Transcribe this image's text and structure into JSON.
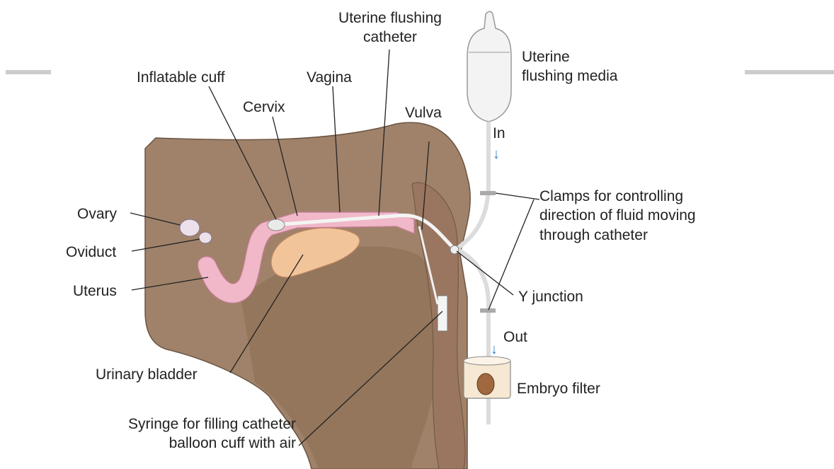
{
  "labels": {
    "uterine_flushing_catheter": "Uterine flushing\ncatheter",
    "inflatable_cuff": "Inflatable cuff",
    "vagina": "Vagina",
    "cervix": "Cervix",
    "vulva": "Vulva",
    "uterine_flushing_media": "Uterine\nflushing media",
    "in": "In",
    "clamps": "Clamps for controlling\ndirection of fluid moving\nthrough catheter",
    "ovary": "Ovary",
    "oviduct": "Oviduct",
    "uterus": "Uterus",
    "y_junction": "Y junction",
    "out": "Out",
    "embryo_filter": "Embryo filter",
    "urinary_bladder": "Urinary bladder",
    "syringe": "Syringe for filling catheter\nballoon cuff with air"
  },
  "colors": {
    "body": "#a0826a",
    "body_dark": "#7d6350",
    "tract": "#f0b8c8",
    "tract_dark": "#c77f98",
    "bladder": "#f2c49a",
    "flow_arrow": "#2a7fc9"
  }
}
